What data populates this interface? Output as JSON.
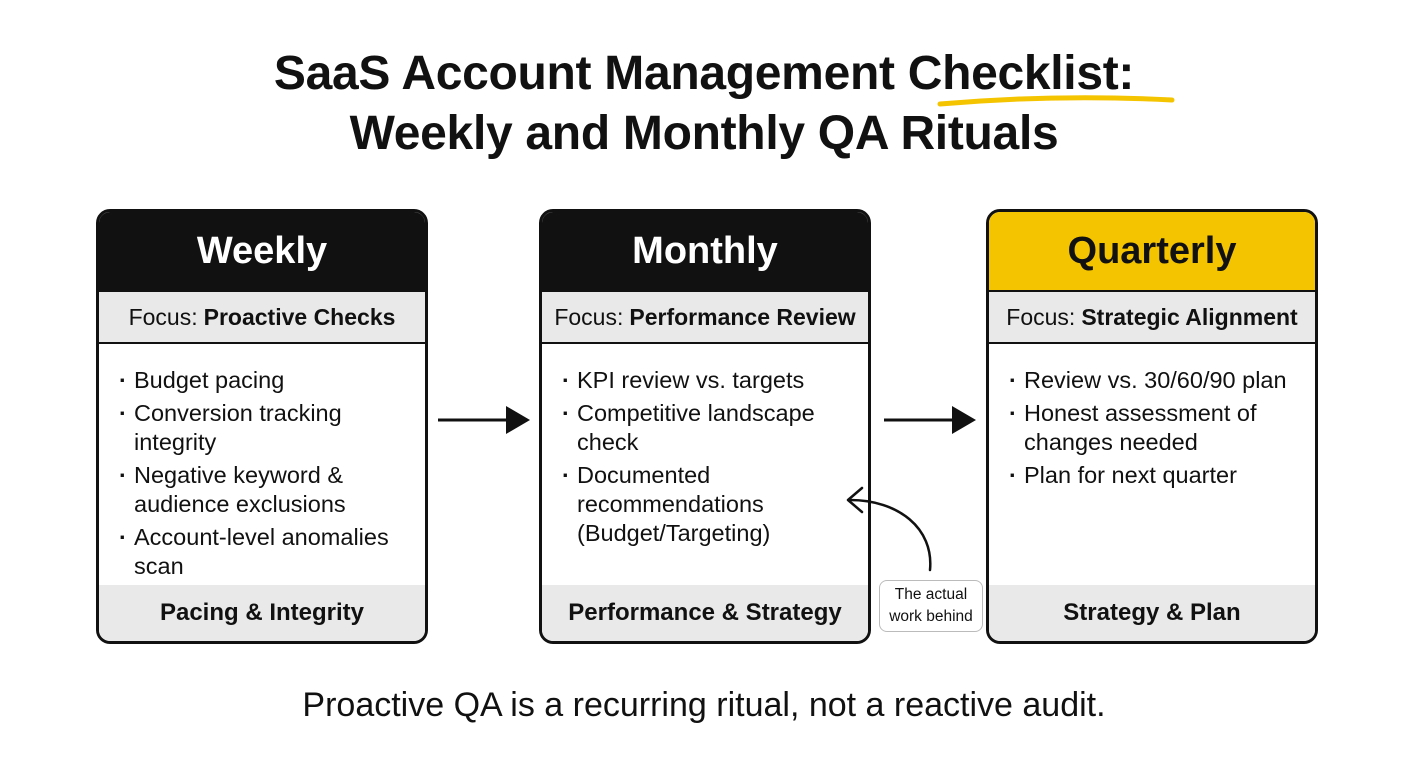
{
  "title": {
    "line1_pre": "SaaS Account Management ",
    "line1_highlight": "Checklist:",
    "line2": "Weekly and Monthly QA Rituals"
  },
  "cards": [
    {
      "heading": "Weekly",
      "focus_label": "Focus:",
      "focus_value": "Proactive Checks",
      "items": [
        "Budget pacing",
        "Conversion tracking integrity",
        "Negative keyword & audience exclusions",
        "Account-level anomalies scan"
      ],
      "footer": "Pacing & Integrity"
    },
    {
      "heading": "Monthly",
      "focus_label": "Focus:",
      "focus_value": "Performance Review",
      "items": [
        "KPI review vs. targets",
        "Competitive landscape check",
        "Documented recommendations (Budget/Targeting)"
      ],
      "footer": "Performance & Strategy"
    },
    {
      "heading": "Quarterly",
      "focus_label": "Focus:",
      "focus_value": "Strategic Alignment",
      "items": [
        "Review vs. 30/60/90 plan",
        "Honest assessment of changes needed",
        "Plan for next quarter"
      ],
      "footer": "Strategy & Plan"
    }
  ],
  "annotation": {
    "line1": "The actual",
    "line2": "work behind"
  },
  "tagline": "Proactive QA is a recurring ritual, not a reactive audit.",
  "colors": {
    "accent": "#f5c400",
    "ink": "#111111",
    "panel": "#e9e9e9"
  }
}
